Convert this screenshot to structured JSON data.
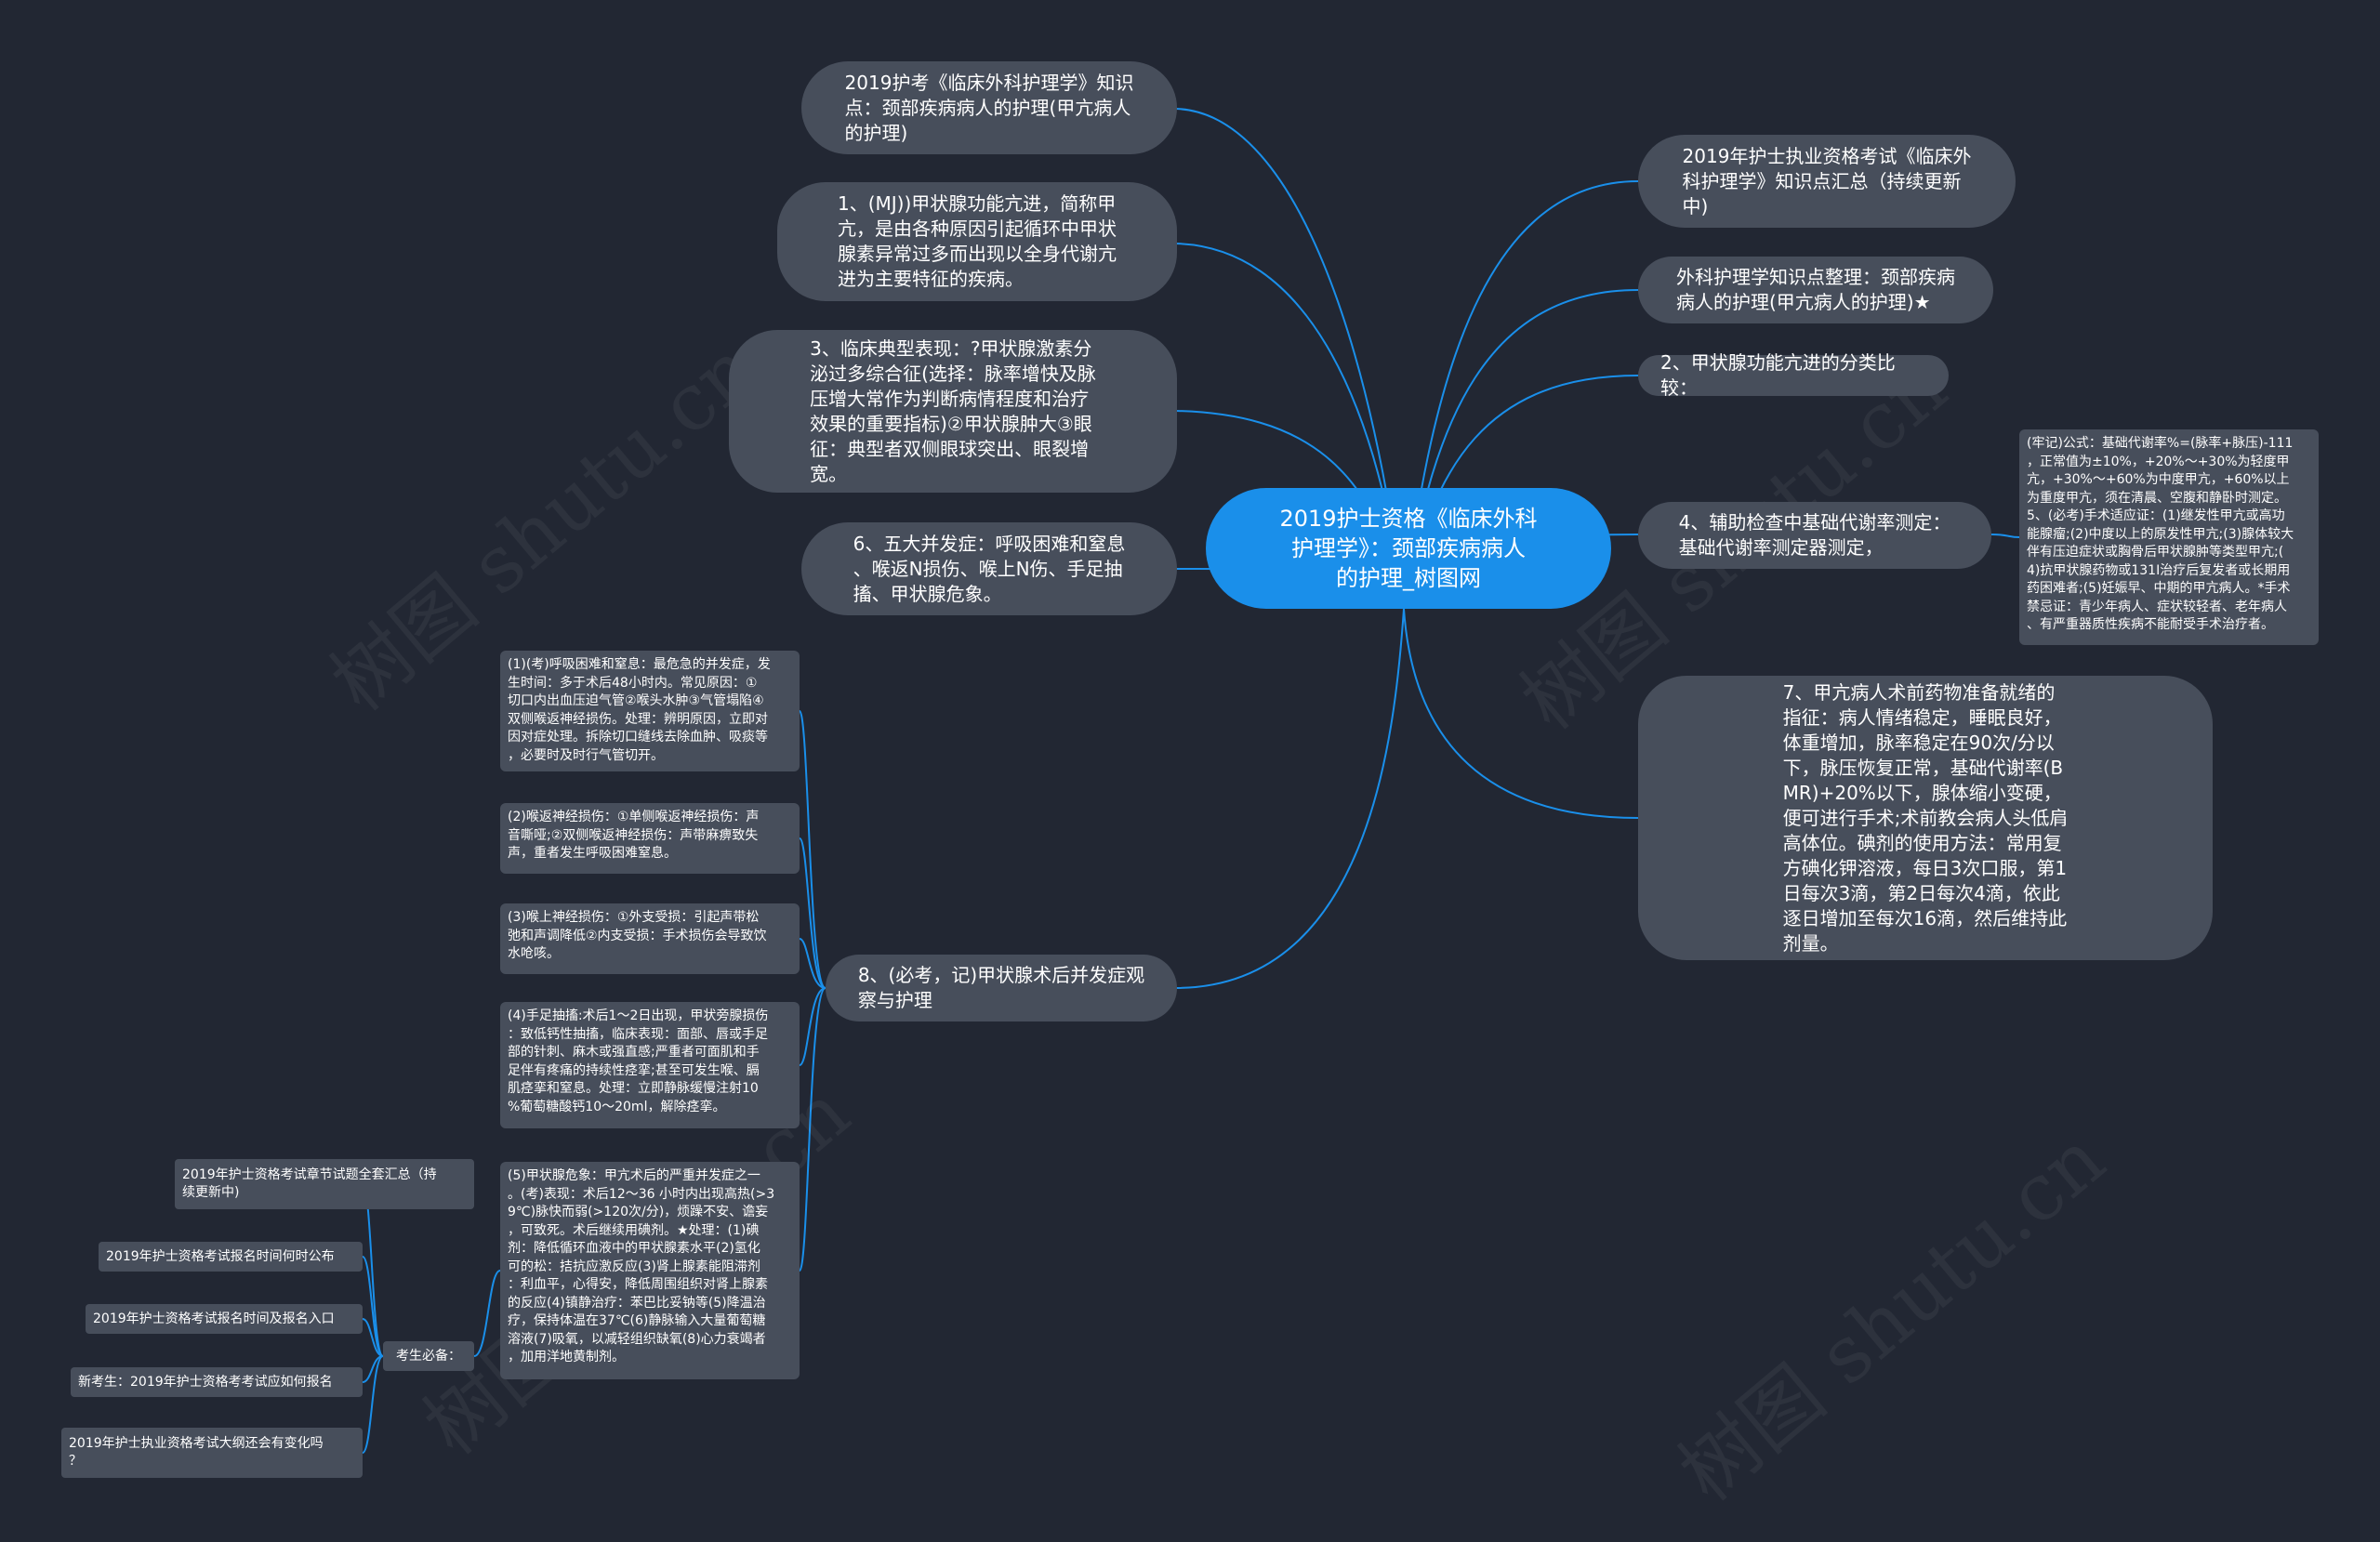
{
  "colors": {
    "background": "#222733",
    "root": "#1a8fea",
    "node": "#474e5b",
    "link": "#1a8fea",
    "text": "#ffffff"
  },
  "watermark": "树图 shutu.cn",
  "root": {
    "text": "2019护士资格《临床外科\n护理学》：颈部疾病病人\n的护理_树图网"
  },
  "left_branches": [
    {
      "id": "l1",
      "text": "2019护考《临床外科护理学》知识\n点：颈部疾病病人的护理(甲亢病人\n的护理)"
    },
    {
      "id": "l2",
      "text": "1、(MJ))甲状腺功能亢进，简称甲\n亢，是由各种原因引起循环中甲状\n腺素异常过多而出现以全身代谢亢\n进为主要特征的疾病。"
    },
    {
      "id": "l3",
      "text": "3、临床典型表现：?甲状腺激素分\n泌过多综合征(选择：脉率增快及脉\n压增大常作为判断病情程度和治疗\n效果的重要指标)②甲状腺肿大③眼\n征：典型者双侧眼球突出、眼裂增\n宽。"
    },
    {
      "id": "l4",
      "text": "6、五大并发症：呼吸困难和窒息\n、喉返N损伤、喉上N伤、手足抽\n搐、甲状腺危象。"
    },
    {
      "id": "l5",
      "text": "8、(必考，记)甲状腺术后并发症观\n察与护理"
    }
  ],
  "right_branches": [
    {
      "id": "r1",
      "text": "2019年护士执业资格考试《临床外\n科护理学》知识点汇总（持续更新\n中)"
    },
    {
      "id": "r2",
      "text": "外科护理学知识点整理：颈部疾病\n病人的护理(甲亢病人的护理)★"
    },
    {
      "id": "r3",
      "text": "2、甲状腺功能亢进的分类比较："
    },
    {
      "id": "r4",
      "text": "4、辅助检查中基础代谢率测定：\n基础代谢率测定器测定，"
    },
    {
      "id": "r5",
      "text": "7、甲亢病人术前药物准备就绪的\n指征：病人情绪稳定，睡眠良好，\n体重增加，脉率稳定在90次/分以\n下，脉压恢复正常，基础代谢率(B\nMR)+20%以下，腺体缩小变硬，\n便可进行手术;术前教会病人头低肩\n高体位。碘剂的使用方法：常用复\n方碘化钾溶液，每日3次口服，第1\n日每次3滴，第2日每次4滴，依此\n逐日增加至每次16滴，然后维持此\n剂量。"
    }
  ],
  "r4_detail": "(牢记)公式：基础代谢率%=(脉率+脉压)-111\n，正常值为±10%，+20%～+30%为轻度甲\n亢，+30%～+60%为中度甲亢，+60%以上\n为重度甲亢，须在清晨、空腹和静卧时测定。\n5、(必考)手术适应证：(1)继发性甲亢或高功\n能腺瘤;(2)中度以上的原发性甲亢;(3)腺体较大\n伴有压迫症状或胸骨后甲状腺肿等类型甲亢;(\n4)抗甲状腺药物或131I治疗后复发者或长期用\n药困难者;(5)妊娠早、中期的甲亢病人。*手术\n禁忌证：青少年病人、症状较轻者、老年病人\n、有严重器质性疾病不能耐受手术治疗者。",
  "l5_details": [
    "(1)(考)呼吸困难和窒息：最危急的并发症，发\n生时间：多于术后48小时内。常见原因：①\n切口内出血压迫气管②喉头水肿③气管塌陷④\n双侧喉返神经损伤。处理：辨明原因，立即对\n因对症处理。拆除切口缝线去除血肿、吸痰等\n，必要时及时行气管切开。",
    "(2)喉返神经损伤：①单侧喉返神经损伤：声\n音嘶哑;②双侧喉返神经损伤：声带麻痹致失\n声，重者发生呼吸困难窒息。",
    "(3)喉上神经损伤：①外支受损：引起声带松\n弛和声调降低②内支受损：手术损伤会导致饮\n水呛咳。",
    "(4)手足抽搐:术后1～2日出现，甲状旁腺损伤\n：致低钙性抽搐，临床表现：面部、唇或手足\n部的针刺、麻木或强直感;严重者可面肌和手\n足伴有疼痛的持续性痉挛;甚至可发生喉、膈\n肌痉挛和窒息。处理：立即静脉缓慢注射10\n%葡萄糖酸钙10～20ml，解除痉挛。",
    "(5)甲状腺危象：甲亢术后的严重并发症之一\n。(考)表现：术后12～36 小时内出现高热(>3\n9℃)脉快而弱(>120次/分)，烦躁不安、谵妄\n，可致死。术后继续用碘剂。★处理：(1)碘\n剂：降低循环血液中的甲状腺素水平(2)氢化\n可的松：拮抗应激反应(3)肾上腺素能阻滞剂\n：利血平，心得安，降低周围组织对肾上腺素\n的反应(4)镇静治疗：苯巴比妥钠等(5)降温治\n疗，保持体温在37℃(6)静脉输入大量葡萄糖\n溶液(7)吸氧，以减轻组织缺氧(8)心力衰竭者\n，加用洋地黄制剂。"
  ],
  "exam_label": "考生必备：",
  "exam_items": [
    "2019年护士资格考试章节试题全套汇总（持\n续更新中)",
    "2019年护士资格考试报名时间何时公布",
    "2019年护士资格考试报名时间及报名入口",
    "新考生：2019年护士资格考考试应如何报名",
    "2019年护士执业资格考试大纲还会有变化吗\n？"
  ]
}
